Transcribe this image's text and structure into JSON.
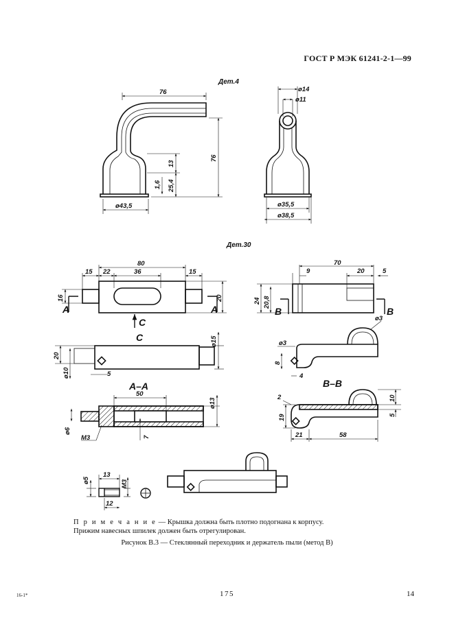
{
  "header": {
    "doc_code": "ГОСТ Р МЭК 61241-2-1—99"
  },
  "part4": {
    "label": "Дет.4",
    "dims": {
      "width_76": "76",
      "height_76": "76",
      "d13": "13",
      "d16": "1,6",
      "d254": "25,4",
      "d435": "ø43,5",
      "d14": "ø14",
      "d11": "ø11",
      "d355": "ø35,5",
      "d385": "ø38,5"
    }
  },
  "part30": {
    "label": "Дет.30",
    "dims": {
      "d80": "80",
      "d15a": "15",
      "d22": "22",
      "d36": "36",
      "d15b": "15",
      "d16": "16",
      "d20": "20",
      "d70": "70",
      "d9": "9",
      "d20b": "20",
      "d5": "5",
      "d24": "24",
      "d208": "20,8",
      "d20c": "20",
      "d10": "ø10",
      "d5b": "5",
      "d15c": "ø15",
      "d50": "50",
      "d6": "ø6",
      "d13b": "ø13",
      "dM3": "M3",
      "d7": "7",
      "d3a": "ø3",
      "d3b": "ø3",
      "d8": "8",
      "d4": "4",
      "d2": "2",
      "d10b": "10",
      "d19": "19",
      "d5c": "5",
      "d21": "21",
      "d58": "58",
      "ds5": "ø5",
      "ds13": "13",
      "dsM3": "M3",
      "ds12": "12"
    },
    "sections": {
      "A": "A",
      "A2": "A",
      "B": "B",
      "B2": "B",
      "C": "C",
      "C2": "C",
      "AA": "A–A",
      "BB": "B–B"
    }
  },
  "note": {
    "heading": "П р и м е ч а н и е",
    "line1": " — Крышка должна быть плотно подогнана к корпусу.",
    "line2": "Прижим навесных шпилек должен быть отрегулирован."
  },
  "caption": "Рисунок В.3 — Стеклянный переходник и держатель пыли (метод В)",
  "footer": {
    "left": "16-1*",
    "center": "175",
    "right": "14"
  }
}
